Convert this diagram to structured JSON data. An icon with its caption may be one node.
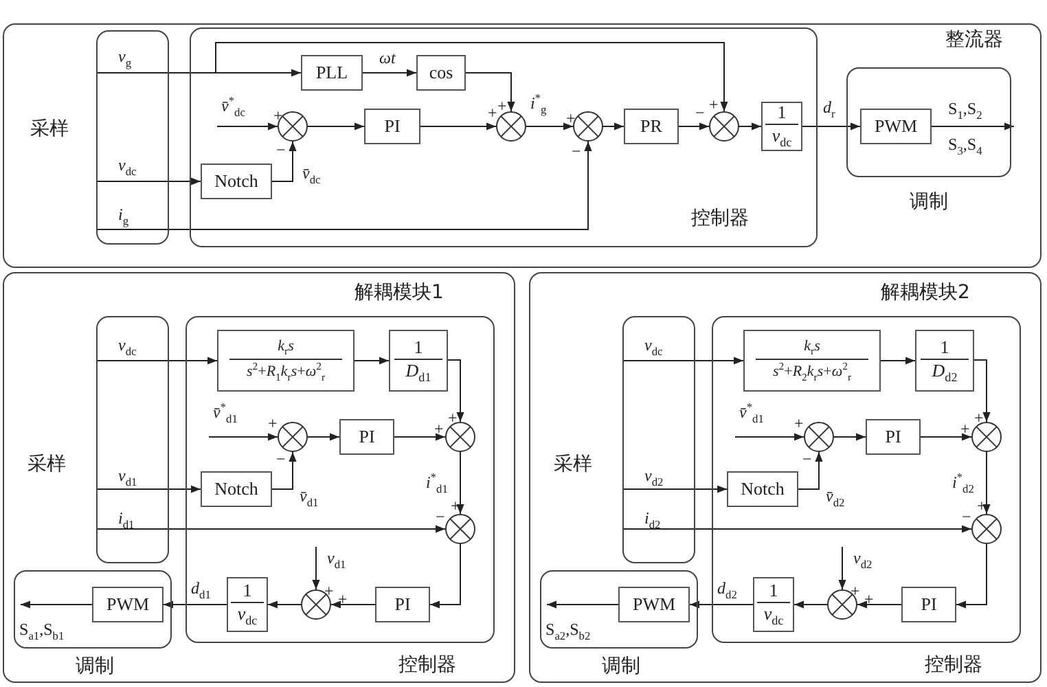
{
  "diagram": {
    "nodes": [
      {
        "text": [
          "整流器"
        ]
      },
      {
        "text": [
          "采样"
        ],
        "in": 0
      },
      {
        "text": [
          "控制器"
        ],
        "in": 0
      },
      {
        "text": [
          "PLL"
        ],
        "in": 2
      },
      {
        "text": [
          "cos"
        ],
        "in": 2
      },
      {
        "text": [],
        "shape": "circle",
        "in": 2
      },
      {
        "text": [
          "Notch"
        ],
        "in": 2
      },
      {
        "text": [
          "PI"
        ],
        "in": 2
      },
      {
        "text": [],
        "shape": "circle",
        "in": 2
      },
      {
        "text": [],
        "shape": "circle",
        "in": 2
      },
      {
        "text": [
          "PR"
        ],
        "in": 2
      },
      {
        "text": [],
        "shape": "circle",
        "in": 2
      },
      {
        "text": [
          "1",
          "*v*$_{dc}$"
        ],
        "in": 2
      },
      {
        "text": [
          "调制"
        ],
        "in": 0
      },
      {
        "text": [
          "PWM"
        ],
        "in": 13
      },
      {
        "text": [
          "解耦模块1"
        ]
      },
      {
        "text": [
          "采样"
        ],
        "in": 15
      },
      {
        "text": [
          "控制器"
        ],
        "in": 15
      },
      {
        "text": [
          "*k*$_{r}$*s*",
          "*s*$^{2}$+*R*$_{1}$*k*$_{r}$*s*+*ω*$^{2}$$_{r}$"
        ],
        "in": 17
      },
      {
        "text": [
          "1",
          "*D*$_{d1}$"
        ],
        "in": 17
      },
      {
        "text": [],
        "shape": "circle",
        "in": 17
      },
      {
        "text": [
          "PI"
        ],
        "in": 17
      },
      {
        "text": [
          "Notch"
        ],
        "in": 17
      },
      {
        "text": [],
        "shape": "circle",
        "in": 17
      },
      {
        "text": [],
        "shape": "circle",
        "in": 17
      },
      {
        "text": [
          "PI"
        ],
        "in": 17
      },
      {
        "text": [],
        "shape": "circle",
        "in": 17
      },
      {
        "text": [
          "1",
          "*v*$_{dc}$"
        ],
        "in": 17
      },
      {
        "text": [
          "调制"
        ],
        "in": 15
      },
      {
        "text": [
          "PWM"
        ],
        "in": 28
      },
      {
        "text": [
          "解耦模块2"
        ]
      },
      {
        "text": [
          "采样"
        ],
        "in": 30
      },
      {
        "text": [
          "控制器"
        ],
        "in": 30
      },
      {
        "text": [
          "*k*$_{r}$*s*",
          "*s*$^{2}$+*R*$_{2}$*k*$_{r}$*s*+*ω*$^{2}$$_{r}$"
        ],
        "in": 32
      },
      {
        "text": [
          "1",
          "*D*$_{d2}$"
        ],
        "in": 32
      },
      {
        "text": [],
        "shape": "circle",
        "in": 32
      },
      {
        "text": [
          "PI"
        ],
        "in": 32
      },
      {
        "text": [
          "Notch"
        ],
        "in": 32
      },
      {
        "text": [],
        "shape": "circle",
        "in": 32
      },
      {
        "text": [],
        "shape": "circle",
        "in": 32
      },
      {
        "text": [
          "PI"
        ],
        "in": 32
      },
      {
        "text": [],
        "shape": "circle",
        "in": 32
      },
      {
        "text": [
          "1",
          "*v*$_{dc}$"
        ],
        "in": 32
      },
      {
        "text": [
          "调制"
        ],
        "in": 30
      },
      {
        "text": [
          "PWM"
        ],
        "in": 43
      }
    ],
    "edges": [
      {
        "from": 1,
        "to": 3,
        "arrow": "to",
        "label": "*v*$_{g}$"
      },
      {
        "from": 1,
        "to": 11,
        "arrow": "to"
      },
      {
        "from": 3,
        "to": 4,
        "arrow": "to",
        "label": "*ωt*"
      },
      {
        "from": 4,
        "to": 8,
        "arrow": "to"
      },
      {
        "from": null,
        "to": 5,
        "arrow": "to",
        "label": "*v̄*$^{*}$$_{dc}$"
      },
      {
        "from": 5,
        "to": 7,
        "arrow": "to"
      },
      {
        "from": 7,
        "to": 8,
        "arrow": "to"
      },
      {
        "from": 1,
        "to": 6,
        "arrow": "to",
        "label": "*v*$_{dc}$"
      },
      {
        "from": 6,
        "to": 5,
        "arrow": "to",
        "label": "*v̄*$_{dc}$"
      },
      {
        "from": 8,
        "to": 9,
        "arrow": "to",
        "label": "*i*$^{*}$$_{g}$"
      },
      {
        "from": 1,
        "to": 9,
        "arrow": "to",
        "label": "*i*$_{g}$"
      },
      {
        "from": 9,
        "to": 10,
        "arrow": "to"
      },
      {
        "from": 10,
        "to": 11,
        "arrow": "to"
      },
      {
        "from": 11,
        "to": 12,
        "arrow": "to"
      },
      {
        "from": 12,
        "to": 14,
        "arrow": "to",
        "label": "*d*$_{r}$"
      },
      {
        "from": 14,
        "to": null,
        "arrow": "to",
        "label": "S$_{1}$,S$_{2}$"
      },
      {
        "from": 16,
        "to": 18,
        "arrow": "to",
        "label": "*v*$_{dc}$"
      },
      {
        "from": 18,
        "to": 19,
        "arrow": "to"
      },
      {
        "from": 19,
        "to": 23,
        "arrow": "to"
      },
      {
        "from": null,
        "to": 20,
        "arrow": "to",
        "label": "*v̄*$^{*}$$_{d1}$"
      },
      {
        "from": 20,
        "to": 21,
        "arrow": "to"
      },
      {
        "from": 21,
        "to": 23,
        "arrow": "to"
      },
      {
        "from": 16,
        "to": 22,
        "arrow": "to",
        "label": "*v*$_{d1}$"
      },
      {
        "from": 22,
        "to": 20,
        "arrow": "to",
        "label": "*v̄*$_{d1}$"
      },
      {
        "from": 23,
        "to": 24,
        "arrow": "to",
        "label": "*i*$^{*}$$_{d1}$"
      },
      {
        "from": 16,
        "to": 24,
        "arrow": "to",
        "label": "*i*$_{d1}$"
      },
      {
        "from": 24,
        "to": 25,
        "arrow": "to"
      },
      {
        "from": 25,
        "to": 26,
        "arrow": "to"
      },
      {
        "from": null,
        "to": 26,
        "arrow": "to",
        "label": "*v*$_{d1}$"
      },
      {
        "from": 26,
        "to": 27,
        "arrow": "to"
      },
      {
        "from": 27,
        "to": 29,
        "arrow": "to",
        "label": "*d*$_{d1}$"
      },
      {
        "from": 29,
        "to": null,
        "arrow": "to",
        "label": "S$_{a1}$,S$_{b1}$"
      },
      {
        "from": 31,
        "to": 33,
        "arrow": "to",
        "label": "*v*$_{dc}$"
      },
      {
        "from": 33,
        "to": 34,
        "arrow": "to"
      },
      {
        "from": 34,
        "to": 38,
        "arrow": "to"
      },
      {
        "from": null,
        "to": 35,
        "arrow": "to",
        "label": "*v̄*$^{*}$$_{d1}$"
      },
      {
        "from": 35,
        "to": 36,
        "arrow": "to"
      },
      {
        "from": 36,
        "to": 38,
        "arrow": "to"
      },
      {
        "from": 31,
        "to": 37,
        "arrow": "to",
        "label": "*v*$_{d2}$"
      },
      {
        "from": 37,
        "to": 35,
        "arrow": "to",
        "label": "*v̄*$_{d2}$"
      },
      {
        "from": 38,
        "to": 39,
        "arrow": "to",
        "label": "*i*$^{*}$$_{d2}$"
      },
      {
        "from": 31,
        "to": 39,
        "arrow": "to",
        "label": "*i*$_{d2}$"
      },
      {
        "from": 39,
        "to": 40,
        "arrow": "to"
      },
      {
        "from": 40,
        "to": 41,
        "arrow": "to"
      },
      {
        "from": null,
        "to": 41,
        "arrow": "to",
        "label": "*v*$_{d2}$"
      },
      {
        "from": 41,
        "to": 42,
        "arrow": "to"
      },
      {
        "from": 42,
        "to": 44,
        "arrow": "to",
        "label": "*d*$_{d2}$"
      },
      {
        "from": 44,
        "to": null,
        "arrow": "to",
        "label": "S$_{a2}$,S$_{b2}$"
      }
    ],
    "labels": [
      "+",
      "−",
      "+",
      "+",
      "+",
      "−",
      "+",
      "−",
      "S$_{3}$,S$_{4}$",
      "+",
      "−",
      "+",
      "+",
      "+",
      "−",
      "+",
      "+",
      "+",
      "−",
      "+",
      "+",
      "+",
      "−",
      "+",
      "+"
    ]
  }
}
